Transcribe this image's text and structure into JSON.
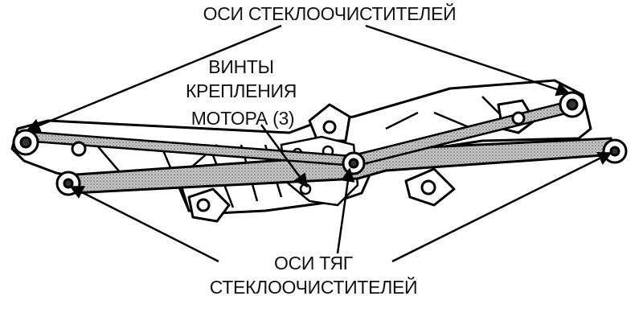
{
  "labels": {
    "wiper_axes": "ОСИ СТЕКЛООЧИСТИТЕЛЕЙ",
    "motor_screws": [
      "ВИНТЫ",
      "КРЕПЛЕНИЯ",
      "МОТОРА (3)"
    ],
    "link_axes": [
      "ОСИ ТЯГ",
      "СТЕКЛООЧИСТИТЕЛЕЙ"
    ]
  }
}
